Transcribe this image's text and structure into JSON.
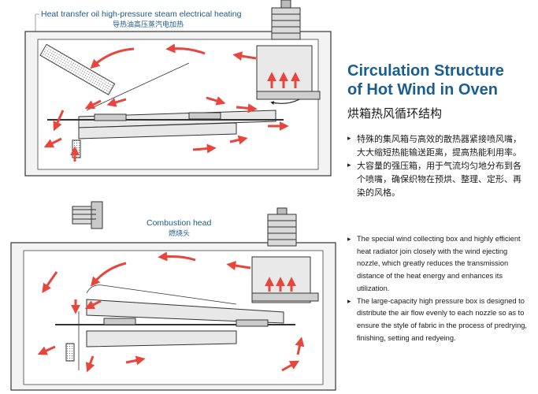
{
  "labels": {
    "heating_en": "Heat transfer oil high-pressure steam electrical heating",
    "heating_cn": "导热油高压蒸汽电加热",
    "combustion_en": "Combustion head",
    "combustion_cn": "燃烧头"
  },
  "title": {
    "line1": "Circulation Structure",
    "line2": "of Hot Wind in Oven",
    "cn": "烘箱热风循环结构"
  },
  "bullets_cn": [
    "特殊的集风箱与高效的散热器紧接喷风嘴，大大缩短热能输送距离，提高热能利用率。",
    "大容量的强压箱，用于气流均匀地分布到各个喷嘴，确保织物在预烘、整理、定形、再染的风格。"
  ],
  "bullets_en": [
    "The special wind collecting box and highly efficient heat radiator join closely with the wind ejecting nozzle, which greatly reduces the transmission distance of the heat energy and enhances its utilization.",
    "The large-capacity high pressure box is designed to distribute the air flow evenly to each nozzle so as to ensure the style of fabric in the process of predrying, finishing, setting and redyeing."
  ],
  "colors": {
    "title": "#1a5e91",
    "label": "#1e5a84",
    "arrow": "#e8453c",
    "line": "#333333"
  }
}
